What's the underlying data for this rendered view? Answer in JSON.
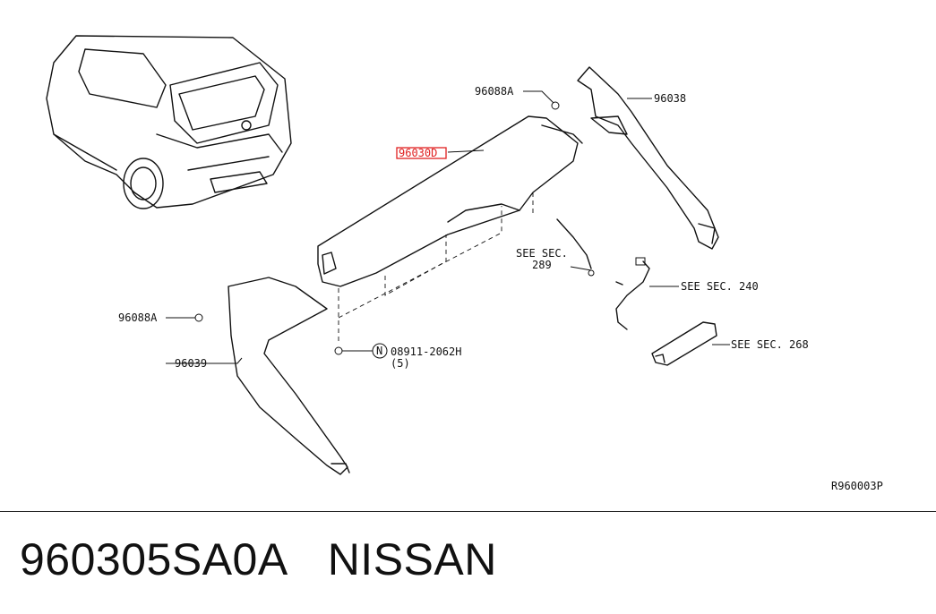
{
  "diagram": {
    "labels": {
      "part_96088a_top": "96088A",
      "part_96038": "96038",
      "part_96030_highlight": "96030D",
      "see_sec_289_line1": "SEE SEC.",
      "see_sec_289_line2": "289",
      "see_sec_240": "SEE SEC. 240",
      "see_sec_268": "SEE SEC. 268",
      "part_96088a_left": "96088A",
      "part_96039": "96039",
      "screw_symbol": "N",
      "screw_part": "08911-2062H",
      "screw_qty": "(5)",
      "diagram_ref": "R960003P"
    },
    "colors": {
      "highlight": "#e02020",
      "line": "#111111"
    }
  },
  "caption": {
    "part_number": "960305SA0A",
    "brand": "NISSAN"
  }
}
